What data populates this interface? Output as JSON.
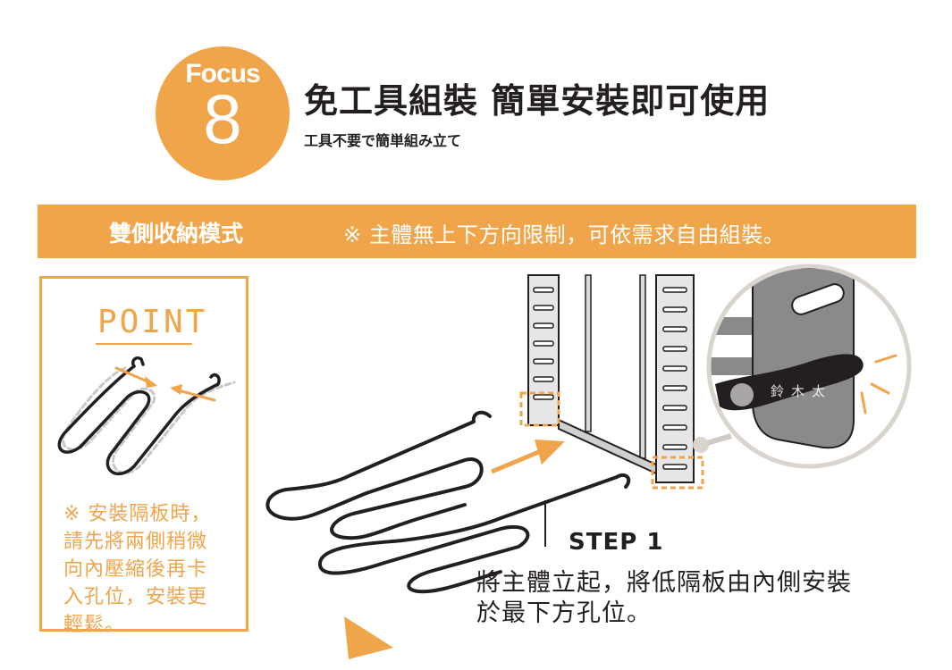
{
  "header": {
    "focus_word": "Focus",
    "focus_number": "8",
    "title": "免工具組裝 簡單安裝即可使用",
    "subtitle": "工具不要で簡単組み立て"
  },
  "banner": {
    "left_text": "雙側收納模式",
    "right_text": "※ 主體無上下方向限制，可依需求自由組裝。"
  },
  "point": {
    "title": "POINT",
    "note": "※ 安裝隔板時，\n請先將兩側稍微\n向內壓縮後再卡\n入孔位，安裝更\n輕鬆。"
  },
  "step": {
    "label": "STEP 1",
    "description": "將主體立起，將低隔板由內側安裝\n於最下方孔位。"
  },
  "watermark": {
    "text": "鈴木太"
  },
  "colors": {
    "accent": "#f0a54a",
    "ink": "#231f20",
    "metal": "#8a8a8a",
    "frame": "#cfcbc4"
  }
}
